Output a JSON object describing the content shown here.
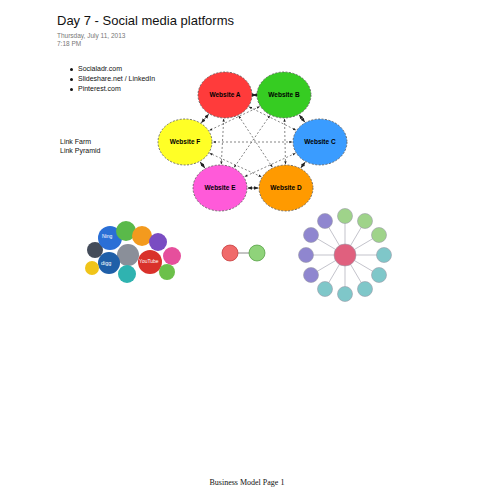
{
  "diagram": {
    "title": "Day 7 - Social media platforms",
    "nodes": [
      {
        "text": [
          "Website A"
        ]
      },
      {
        "text": [
          "Website B"
        ]
      },
      {
        "text": [
          "Website C"
        ]
      },
      {
        "text": [
          "Website D"
        ]
      },
      {
        "text": [
          "Website E"
        ]
      },
      {
        "text": [
          "Website F"
        ]
      }
    ],
    "edges": [
      {
        "from": 0,
        "to": 1,
        "arrow": "both"
      },
      {
        "from": 1,
        "to": 2,
        "arrow": "both"
      },
      {
        "from": 2,
        "to": 3,
        "arrow": "both"
      },
      {
        "from": 3,
        "to": 4,
        "arrow": "both"
      },
      {
        "from": 4,
        "to": 5,
        "arrow": "both"
      },
      {
        "from": 5,
        "to": 0,
        "arrow": "both"
      },
      {
        "from": 0,
        "to": 2,
        "arrow": "both"
      },
      {
        "from": 0,
        "to": 3,
        "arrow": "both"
      },
      {
        "from": 0,
        "to": 4,
        "arrow": "both"
      },
      {
        "from": 1,
        "to": 3,
        "arrow": "both"
      },
      {
        "from": 1,
        "to": 4,
        "arrow": "both"
      },
      {
        "from": 1,
        "to": 5,
        "arrow": "both"
      },
      {
        "from": 2,
        "to": 4,
        "arrow": "both"
      },
      {
        "from": 2,
        "to": 5,
        "arrow": "both"
      },
      {
        "from": 3,
        "to": 5,
        "arrow": "both"
      }
    ],
    "labels": [
      "Thursday, July 11, 2013",
      "7:18 PM",
      "Socialadr.com",
      "Slideshare.net / LinkedIn",
      "Pinterest.com",
      "Link Farm",
      "Link Pyramid",
      "Ning",
      "digg",
      "YouTube",
      "Business Model Page 1"
    ]
  }
}
